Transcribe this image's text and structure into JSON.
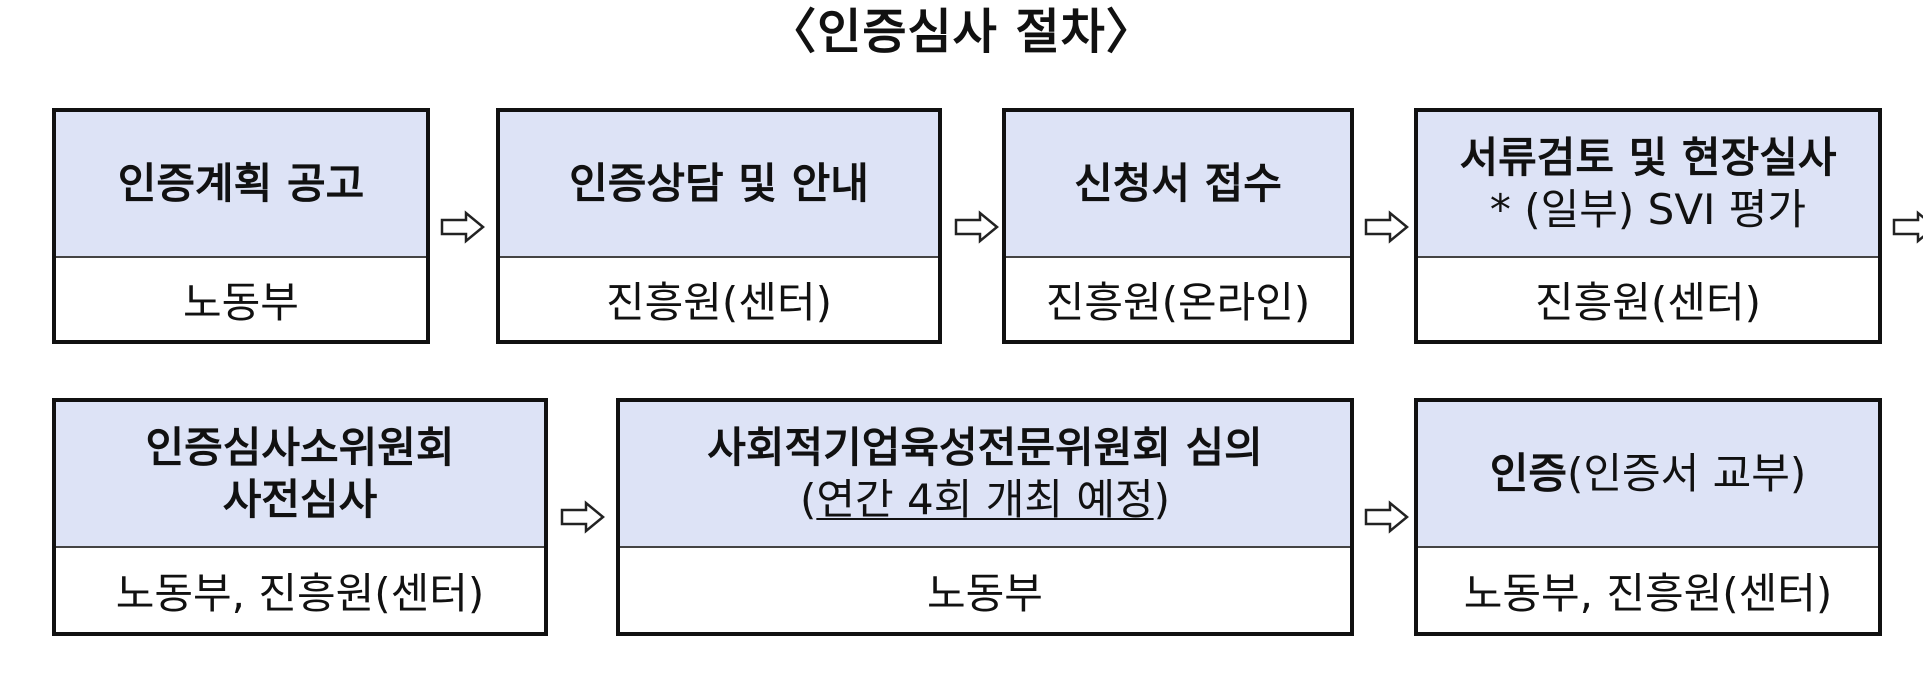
{
  "title": "〈인증심사 절차〉",
  "row1": [
    {
      "head": [
        "인증계획 공고"
      ],
      "body": "노동부"
    },
    {
      "head": [
        "인증상담 및 안내"
      ],
      "body": "진흥원(센터)"
    },
    {
      "head": [
        "신청서 접수"
      ],
      "body": "진흥원(온라인)"
    },
    {
      "head": [
        "서류검토 및 현장실사",
        "* (일부) SVI 평가"
      ],
      "body": "진흥원(센터)"
    }
  ],
  "row2": [
    {
      "head": [
        "인증심사소위원회",
        "사전심사"
      ],
      "body": "노동부, 진흥원(센터)"
    },
    {
      "head_line1": "사회적기업육성전문위원회 심의",
      "head_line2_open": "(",
      "head_line2_underlined": "연간 4회 개최 예정",
      "head_line2_close": ")",
      "body": "노동부"
    },
    {
      "head_bold": "인증",
      "head_normal": "(인증서 교부)",
      "body": "노동부, 진흥원(센터)"
    }
  ],
  "colors": {
    "header_fill": "#dde3f6",
    "border": "#111111"
  },
  "icons": {
    "arrow": "right-arrow-icon"
  }
}
